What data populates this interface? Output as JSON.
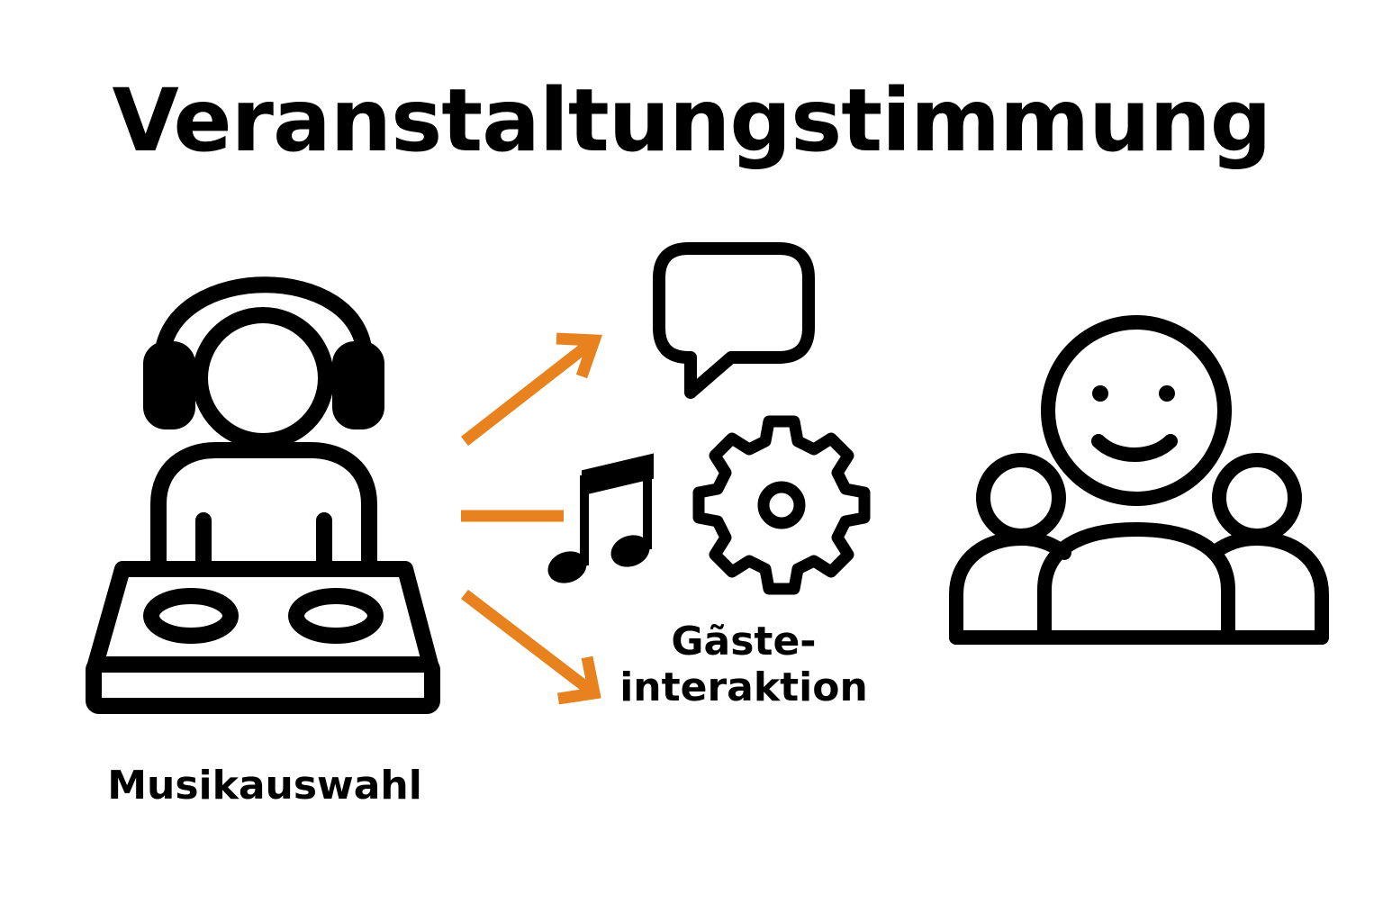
{
  "title": "Veranstaltungstimmung",
  "labels": {
    "music": "Musikauswahl",
    "guest_line1": "Gãste-",
    "guest_line2": "interaktion"
  },
  "icons": [
    "dj-icon",
    "speech-bubble-icon",
    "music-note-icon",
    "gear-icon",
    "happy-crowd-icon"
  ],
  "colors": {
    "accent": "#E8821E",
    "stroke": "#000000"
  }
}
